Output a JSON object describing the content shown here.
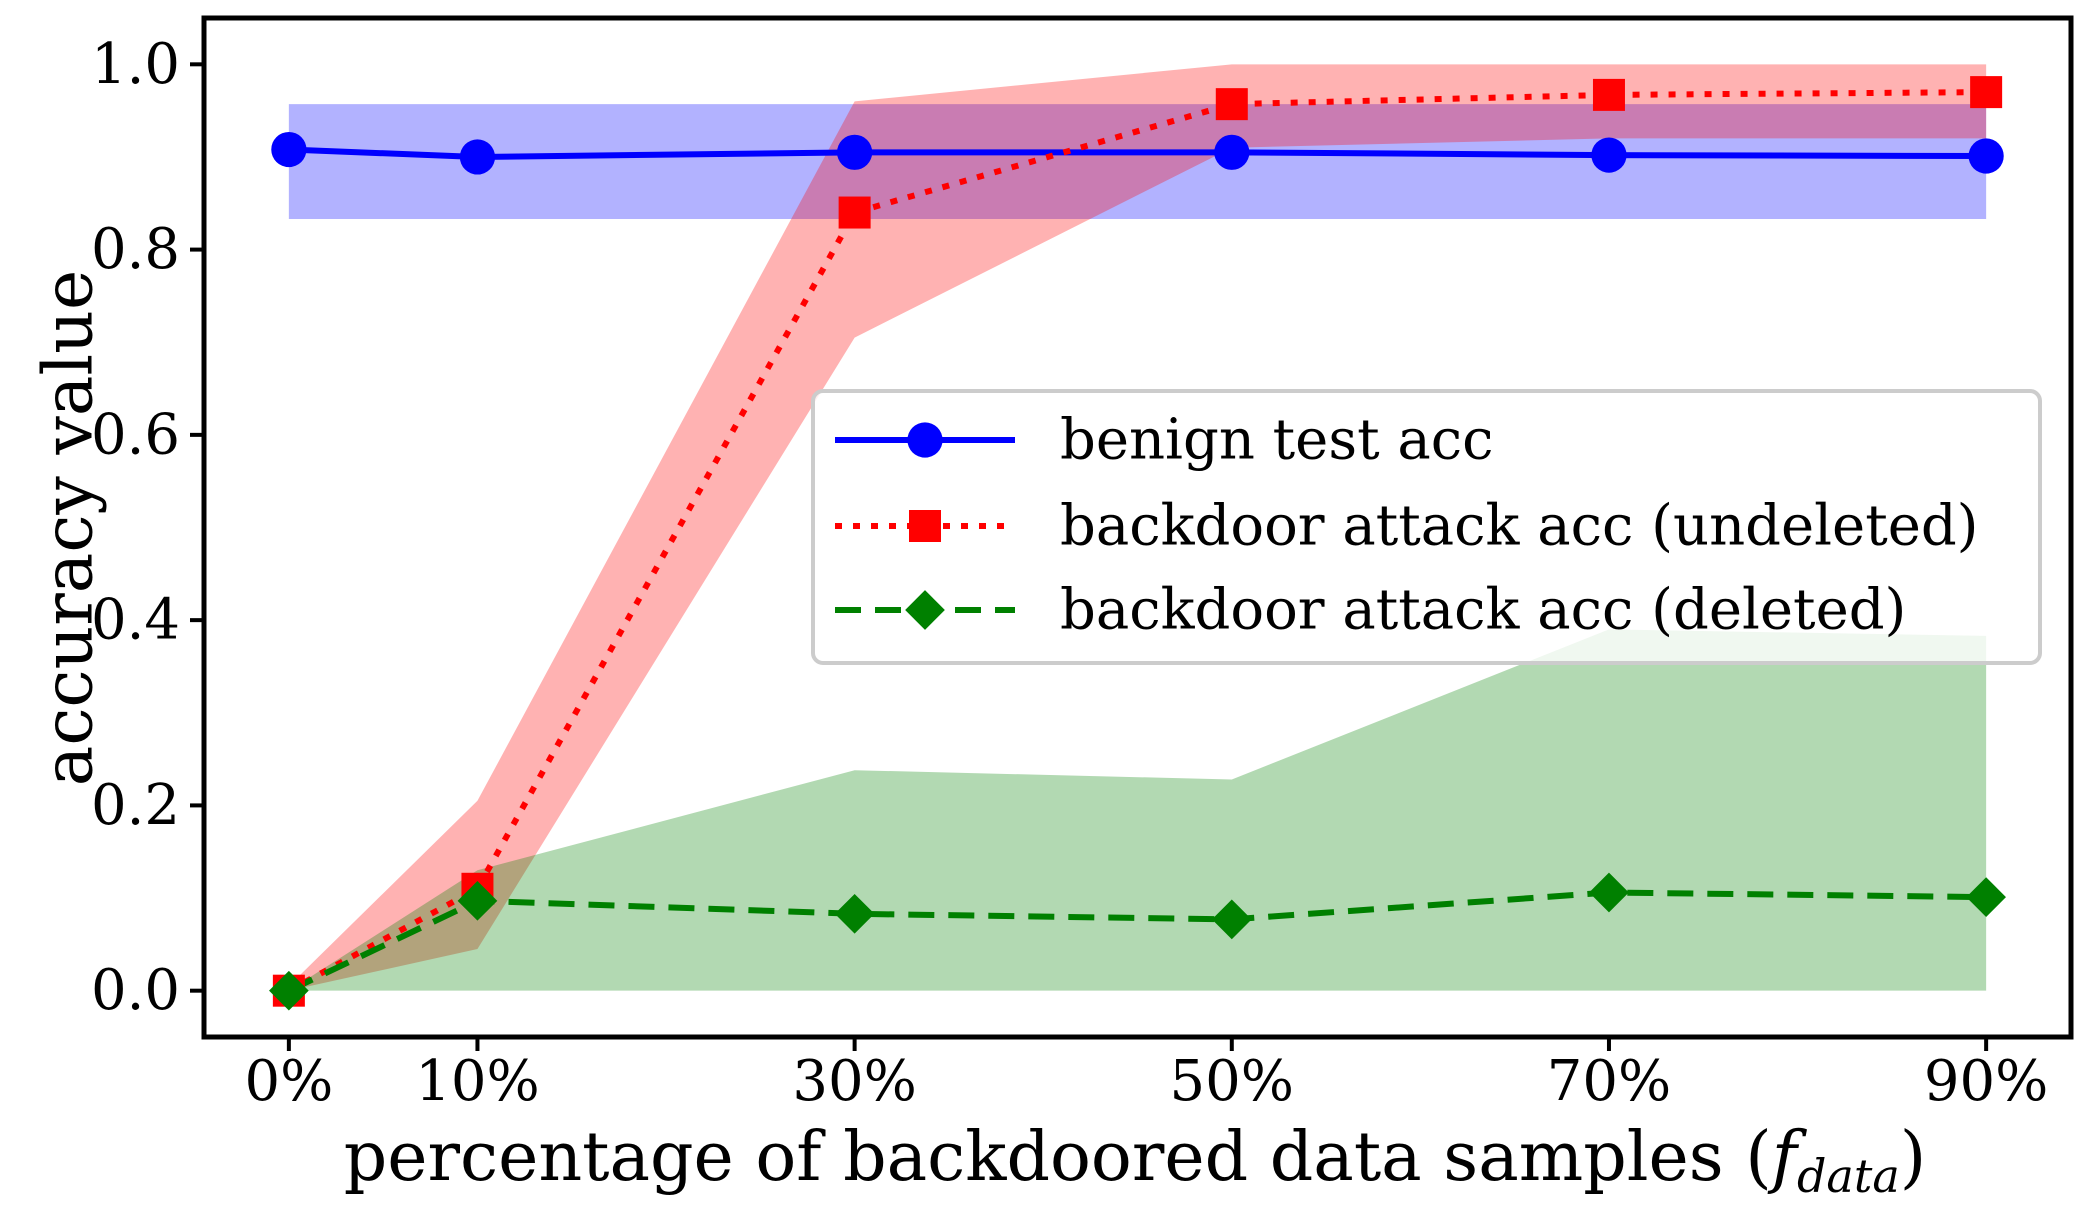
{
  "chart_data": {
    "type": "line",
    "title": "",
    "xlabel": "percentage of backdoored data samples (",
    "xlabel_math_base": "f",
    "xlabel_math_sub": "data",
    "xlabel_close": ")",
    "ylabel": "accuracy value",
    "x_tick_labels": [
      "0%",
      "10%",
      "30%",
      "50%",
      "70%",
      "90%"
    ],
    "x_values": [
      0,
      10,
      30,
      50,
      70,
      90
    ],
    "xlim": [
      -4.5,
      94.5
    ],
    "ylim": [
      -0.05,
      1.05
    ],
    "y_ticks": [
      0.0,
      0.2,
      0.4,
      0.6,
      0.8,
      1.0
    ],
    "y_tick_labels": [
      "0.0",
      "0.2",
      "0.4",
      "0.6",
      "0.8",
      "1.0"
    ],
    "grid": false,
    "legend_position": "center-right",
    "series": [
      {
        "name": "benign test acc",
        "color": "#0000ff",
        "band_color": "#0000ff",
        "line_style": "solid",
        "marker": "circle",
        "values": [
          0.908,
          0.9,
          0.905,
          0.905,
          0.902,
          0.901
        ],
        "band_lower": [
          0.833,
          0.833,
          0.833,
          0.833,
          0.833,
          0.833
        ],
        "band_upper": [
          0.957,
          0.957,
          0.957,
          0.957,
          0.957,
          0.957
        ]
      },
      {
        "name": "backdoor attack acc (undeleted)",
        "color": "#ff0000",
        "band_color": "#ff0000",
        "line_style": "dotted",
        "marker": "square",
        "values": [
          0.0,
          0.11,
          0.84,
          0.957,
          0.967,
          0.97
        ],
        "band_lower": [
          0.0,
          0.045,
          0.705,
          0.91,
          0.92,
          0.92
        ],
        "band_upper": [
          0.005,
          0.205,
          0.96,
          1.0,
          1.0,
          1.0
        ]
      },
      {
        "name": "backdoor attack acc (deleted)",
        "color": "#008000",
        "band_color": "#008000",
        "line_style": "dashed",
        "marker": "diamond",
        "values": [
          0.0,
          0.097,
          0.083,
          0.077,
          0.106,
          0.101
        ],
        "band_lower": [
          0.0,
          0.0,
          0.0,
          0.0,
          0.0,
          0.0
        ],
        "band_upper": [
          0.0,
          0.13,
          0.238,
          0.228,
          0.39,
          0.383
        ]
      }
    ]
  }
}
